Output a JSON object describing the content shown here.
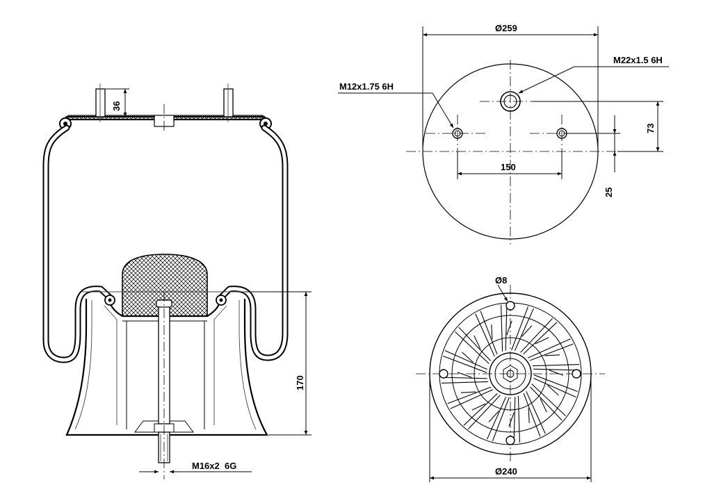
{
  "drawing": {
    "side_view": {
      "dimensions": {
        "stud_height": "36",
        "piston_height": "170",
        "bottom_thread": "M16x2  6G"
      }
    },
    "top_view": {
      "dimensions": {
        "outer_diameter": "Ø259",
        "center_thread": "M22x1.5 6H",
        "stud_thread": "M12x1.75 6H",
        "stud_spacing": "150",
        "offset_vertical_73": "73",
        "offset_vertical_25": "25"
      }
    },
    "bottom_view": {
      "dimensions": {
        "hole_diameter": "Ø8",
        "base_diameter": "Ø240"
      }
    }
  }
}
